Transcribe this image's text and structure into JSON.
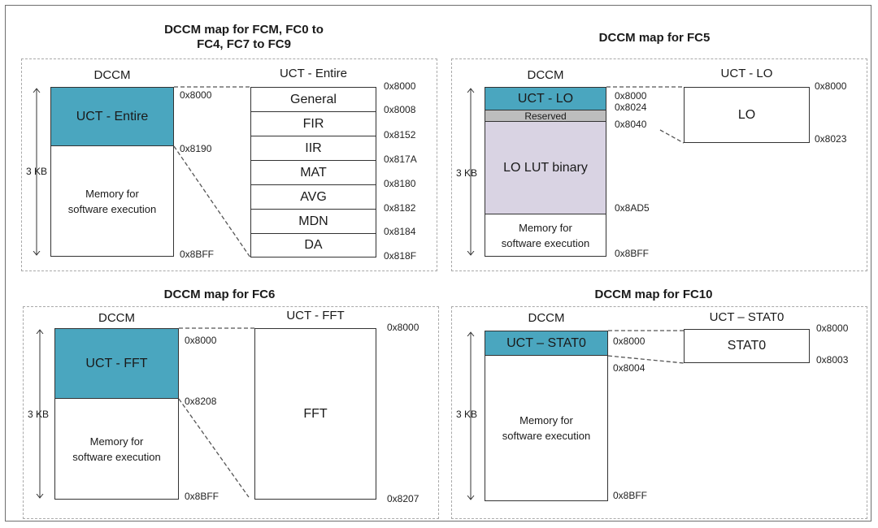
{
  "panels": {
    "fcm": {
      "title": "DCCM map for FCM, FC0 to\nFC4, FC7 to FC9",
      "dccm_label": "DCCM",
      "size_label": "3 KB",
      "uct_block": "UCT - Entire",
      "memory_block": "Memory for\nsoftware execution",
      "dccm_addresses": [
        "0x8000",
        "0x8190",
        "0x8BFF"
      ],
      "uct_label": "UCT - Entire",
      "uct_segments": [
        "General",
        "FIR",
        "IIR",
        "MAT",
        "AVG",
        "MDN",
        "DA"
      ],
      "uct_addresses": [
        "0x8000",
        "0x8008",
        "0x8152",
        "0x817A",
        "0x8180",
        "0x8182",
        "0x8184",
        "0x818F"
      ]
    },
    "fc5": {
      "title": "DCCM map for FC5",
      "dccm_label": "DCCM",
      "size_label": "3 KB",
      "uct_block": "UCT - LO",
      "reserved_block": "Reserved",
      "lut_block": "LO LUT binary",
      "memory_block": "Memory for\nsoftware execution",
      "dccm_addresses": [
        "0x8000",
        "0x8024",
        "0x8040",
        "0x8AD5",
        "0x8BFF"
      ],
      "uct_label": "UCT - LO",
      "uct_segment": "LO",
      "uct_addresses": [
        "0x8000",
        "0x8023"
      ]
    },
    "fc6": {
      "title": "DCCM map for FC6",
      "dccm_label": "DCCM",
      "size_label": "3 KB",
      "uct_block": "UCT - FFT",
      "memory_block": "Memory for\nsoftware execution",
      "dccm_addresses": [
        "0x8000",
        "0x8208",
        "0x8BFF"
      ],
      "uct_label": "UCT - FFT",
      "uct_segment": "FFT",
      "uct_addresses": [
        "0x8000",
        "0x8207"
      ]
    },
    "fc10": {
      "title": "DCCM map for FC10",
      "dccm_label": "DCCM",
      "size_label": "3 KB",
      "uct_block": "UCT – STAT0",
      "memory_block": "Memory for\nsoftware execution",
      "dccm_addresses": [
        "0x8000",
        "0x8004",
        "0x8BFF"
      ],
      "uct_label": "UCT – STAT0",
      "uct_segment": "STAT0",
      "uct_addresses": [
        "0x8000",
        "0x8003"
      ]
    }
  },
  "colors": {
    "uct_block": "#4aa6bf",
    "lut_block": "#d9d3e3",
    "reserved_block": "#bdbdbd"
  }
}
